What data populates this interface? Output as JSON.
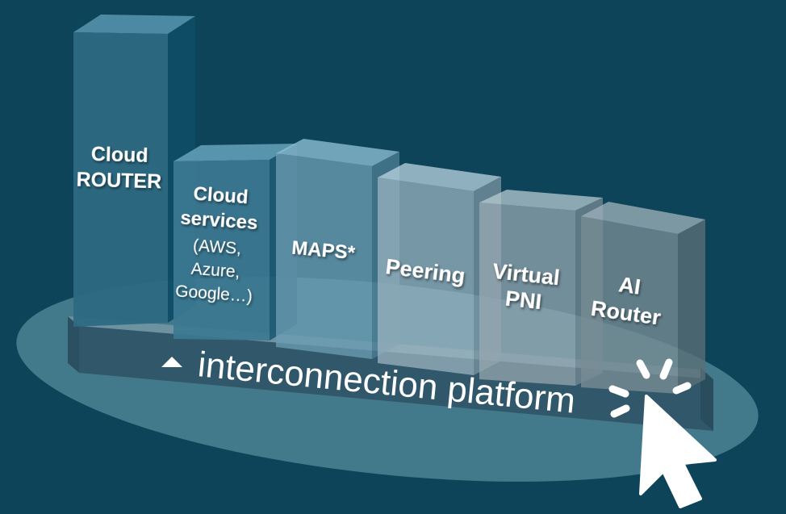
{
  "diagram": {
    "platform_label": "interconnection platform",
    "platform_marker_icon": "triangle-up-icon",
    "pointer_icon": "mouse-cursor-click-icon",
    "colors": {
      "background": "#0d4459",
      "ellipse": "#4d8494",
      "platform_top": "#5c8595",
      "platform_front": "#30586a",
      "text": "#ffffff"
    },
    "blocks": [
      {
        "id": "cloud-router",
        "title_lines": [
          "Cloud",
          "ROUTER"
        ],
        "sub_lines": []
      },
      {
        "id": "cloud-services",
        "title_lines": [
          "Cloud",
          "services"
        ],
        "sub_lines": [
          "(AWS,",
          "Azure,",
          "Google…)"
        ]
      },
      {
        "id": "maps",
        "title_lines": [
          "MAPS*"
        ],
        "sub_lines": []
      },
      {
        "id": "peering",
        "title_lines": [
          "Peering"
        ],
        "sub_lines": []
      },
      {
        "id": "virtual-pni",
        "title_lines": [
          "Virtual",
          "PNI"
        ],
        "sub_lines": []
      },
      {
        "id": "ai-router",
        "title_lines": [
          "AI",
          "Router"
        ],
        "sub_lines": []
      }
    ]
  }
}
